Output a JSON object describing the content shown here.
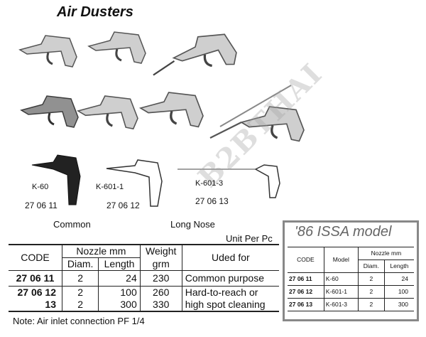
{
  "title": "Air Dusters",
  "watermark": "B2BTHAI",
  "models": [
    {
      "name": "K-60",
      "code": "27 06 11"
    },
    {
      "name": "K-601-1",
      "code": "27 06 12"
    },
    {
      "name": "K-601-3",
      "code": "27 06 13"
    }
  ],
  "captions": {
    "common": "Common",
    "long_nose": "Long Nose"
  },
  "unit": "Unit Per Pc",
  "table": {
    "headers": {
      "code": "CODE",
      "nozzle": "Nozzle mm",
      "diam": "Diam.",
      "length": "Length",
      "weight": "Weight",
      "weight_unit": "grm",
      "used": "Uded for"
    },
    "rows": [
      {
        "code": "27 06 11",
        "diam": "2",
        "length": "24",
        "weight": "230",
        "used": "Common purpose"
      },
      {
        "code": "27 06 12",
        "diam": "2",
        "length": "100",
        "weight": "260",
        "used": "Hard-to-reach or"
      },
      {
        "code": "13",
        "diam": "2",
        "length": "300",
        "weight": "330",
        "used": "high spot cleaning"
      }
    ],
    "note": "Note:  Air inlet connection PF 1/4"
  },
  "issa": {
    "title": "'86 ISSA model",
    "headers": {
      "code": "CODE",
      "model": "Model",
      "nozzle": "Nozzle mm",
      "diam": "Diam.",
      "length": "Length"
    },
    "rows": [
      {
        "code": "27 06 11",
        "model": "K-60",
        "diam": "2",
        "length": "24"
      },
      {
        "code": "27 06 12",
        "model": "K-601-1",
        "diam": "2",
        "length": "100"
      },
      {
        "code": "27 06 13",
        "model": "K-601-3",
        "diam": "2",
        "length": "300"
      }
    ]
  }
}
